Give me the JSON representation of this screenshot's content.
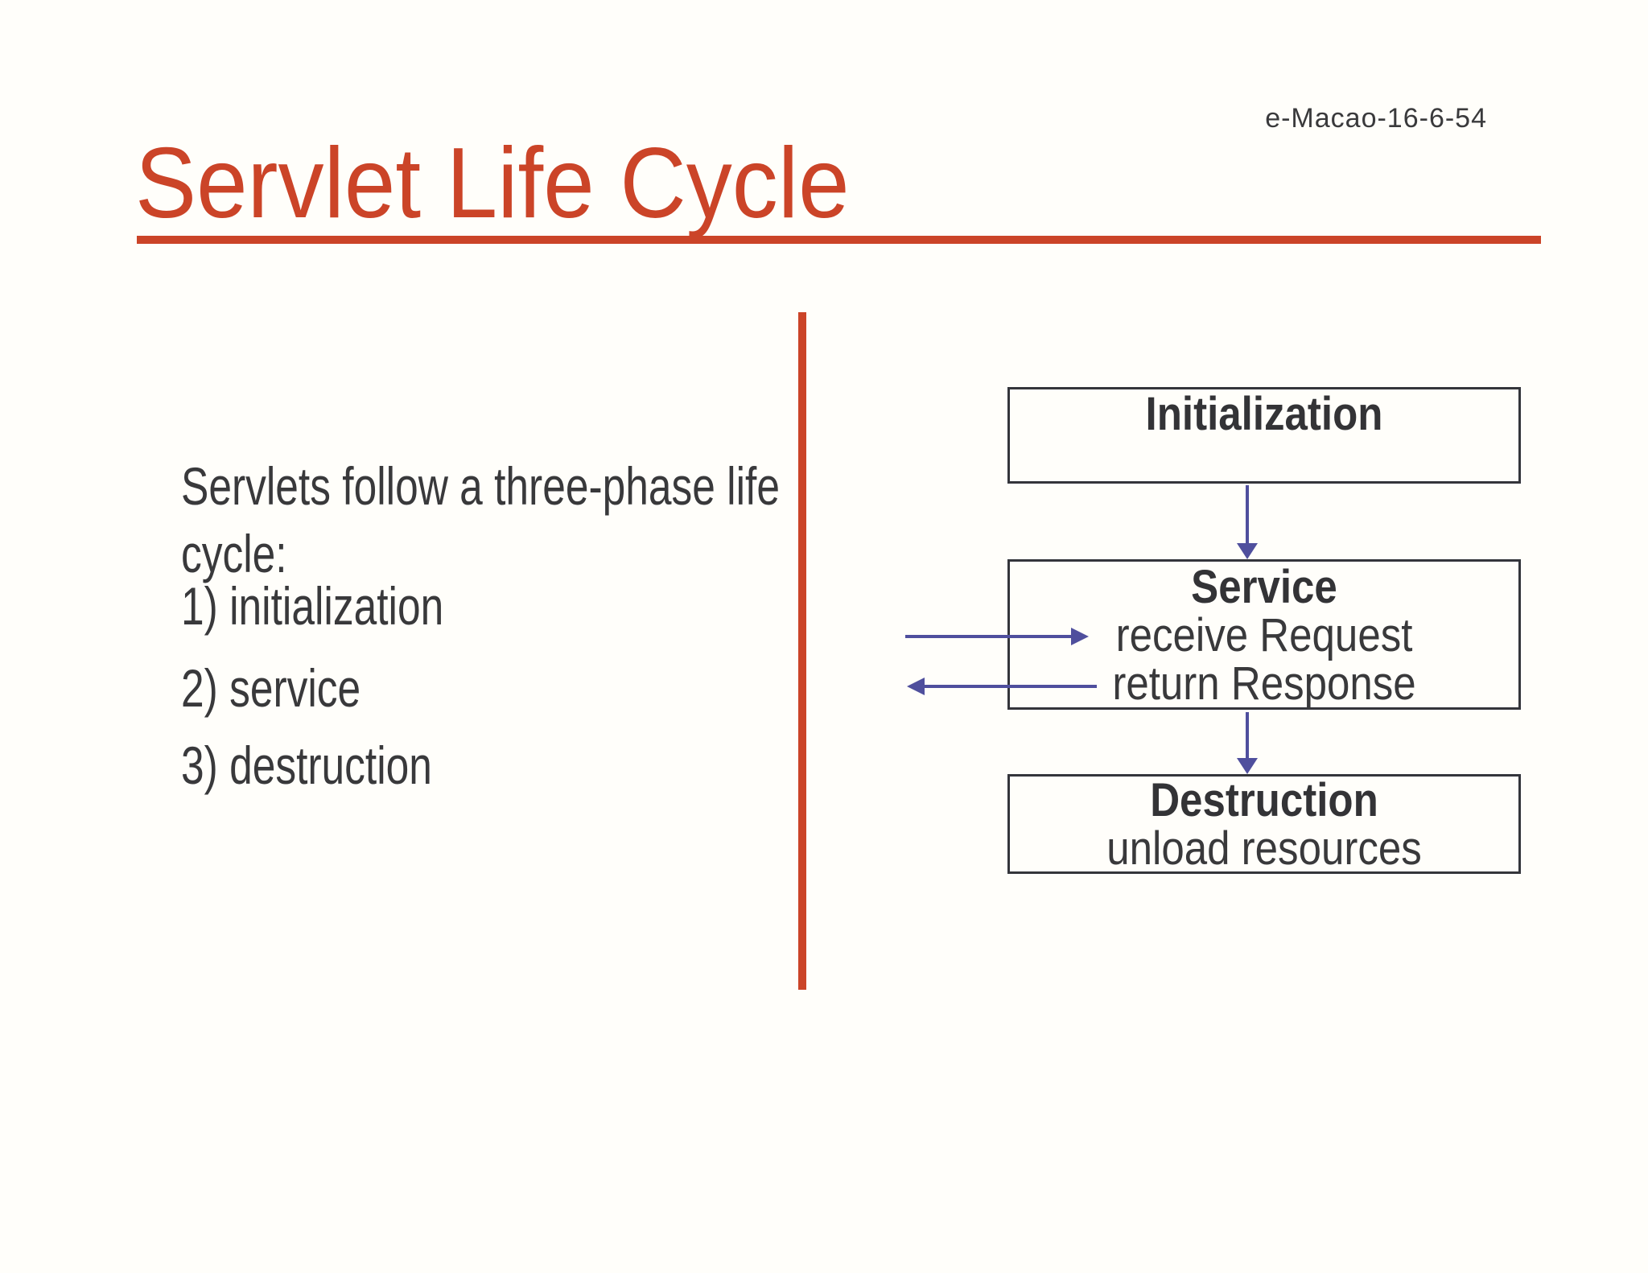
{
  "slide": {
    "code": "e-Macao-16-6-54",
    "title": "Servlet Life Cycle"
  },
  "left_panel": {
    "intro_lines": [
      "Servlets follow a three-phase life",
      "cycle:"
    ],
    "items": [
      "1) initialization",
      "2) service",
      "3) destruction"
    ]
  },
  "diagram": {
    "boxes": [
      {
        "title": "Initialization",
        "lines": []
      },
      {
        "title": "Service",
        "lines": [
          "receive Request",
          "return Response"
        ]
      },
      {
        "title": "Destruction",
        "lines": [
          "unload resources"
        ]
      }
    ],
    "arrows": [
      "initialization-to-service",
      "service-to-destruction",
      "request-into-service",
      "response-out-of-service"
    ]
  },
  "colors": {
    "accent_red": "#cb4428",
    "arrow_purple": "#4f4f9d",
    "box_border": "#34353b",
    "text": "#39393b",
    "background": "#fffefa"
  }
}
